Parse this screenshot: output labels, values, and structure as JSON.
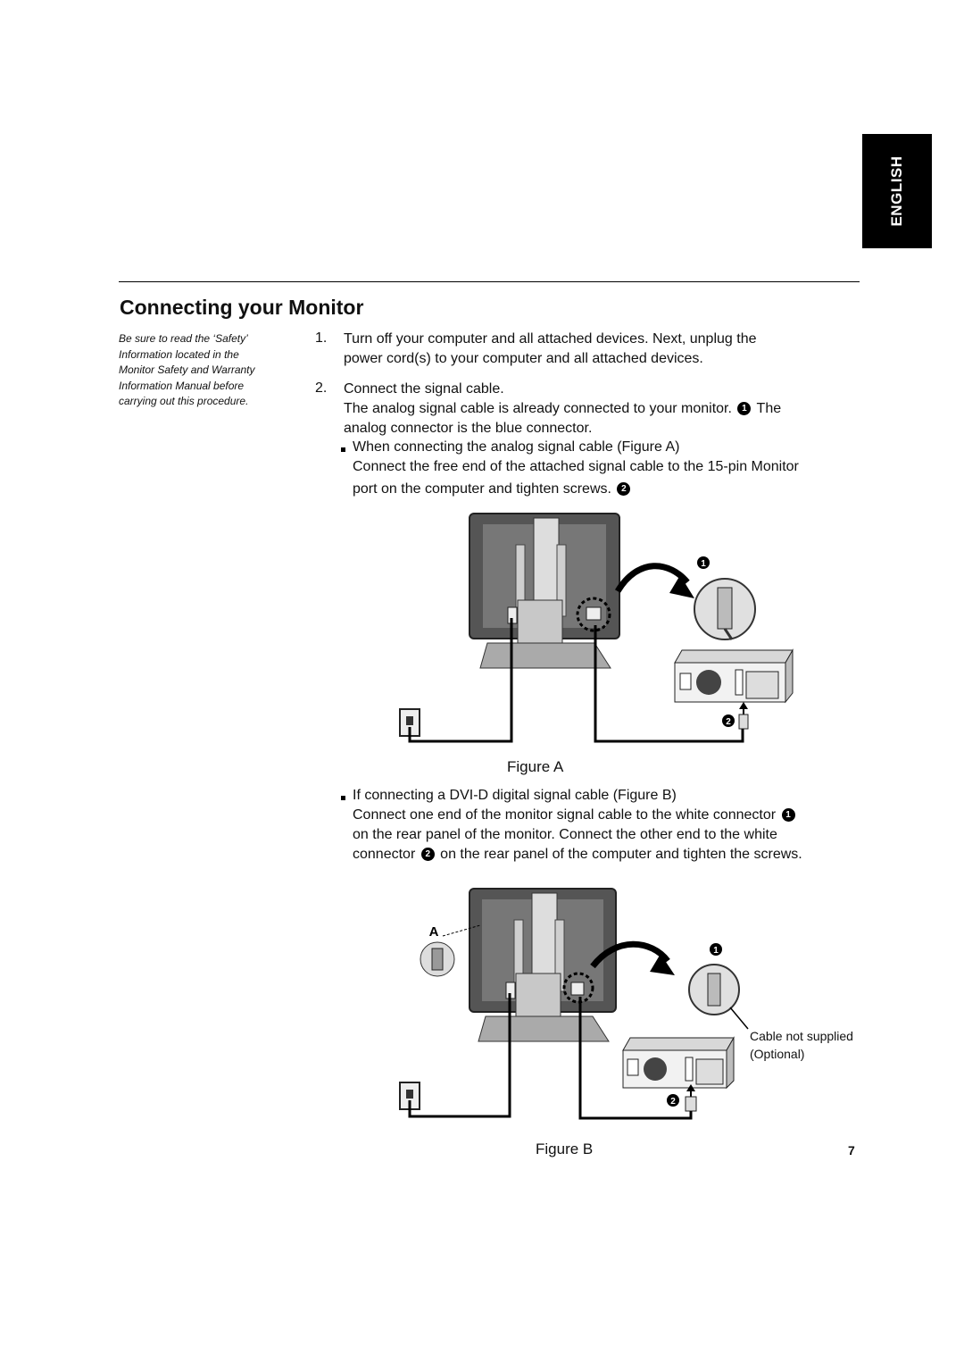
{
  "tab": {
    "label": "ENGLISH"
  },
  "heading": {
    "title": "Connecting your Monitor"
  },
  "side_note": {
    "lines": [
      "Be sure to read the ‘Safety’",
      "Information located in the",
      "Monitor Safety and Warranty",
      "Information Manual before",
      "carrying out this procedure."
    ]
  },
  "steps": {
    "s1_num": "1.",
    "s1_line1": "Turn off your computer and all attached devices. Next, unplug the",
    "s1_line2": "power cord(s) to your computer and all attached devices.",
    "s2_num": "2.",
    "s2_line1": "Connect the signal cable.",
    "s2_line2a": "The analog signal cable is already connected to your monitor.",
    "s2_line2b": "The",
    "s2_line3": "analog connector is the blue connector."
  },
  "bulletA": {
    "heading": "When connecting the analog signal cable (Figure A)",
    "line1": "Connect the free end of the attached signal cable to the 15-pin Monitor",
    "line2": "port on the computer and tighten screws."
  },
  "bulletB": {
    "heading": "If connecting a DVI-D digital signal cable (Figure B)",
    "line1": "Connect one end of the monitor signal cable to the white connector",
    "line2": "on the rear panel of the monitor. Connect the other end to the white",
    "line3a": "connector",
    "line3b": "on the rear panel of the computer and tighten the screws."
  },
  "markers": {
    "one": "1",
    "two": "2",
    "a": "A"
  },
  "figureA": {
    "caption": "Figure A"
  },
  "figureB": {
    "caption": "Figure B",
    "note_line1": "Cable not supplied",
    "note_line2": "(Optional)"
  },
  "page": {
    "number": "7"
  }
}
